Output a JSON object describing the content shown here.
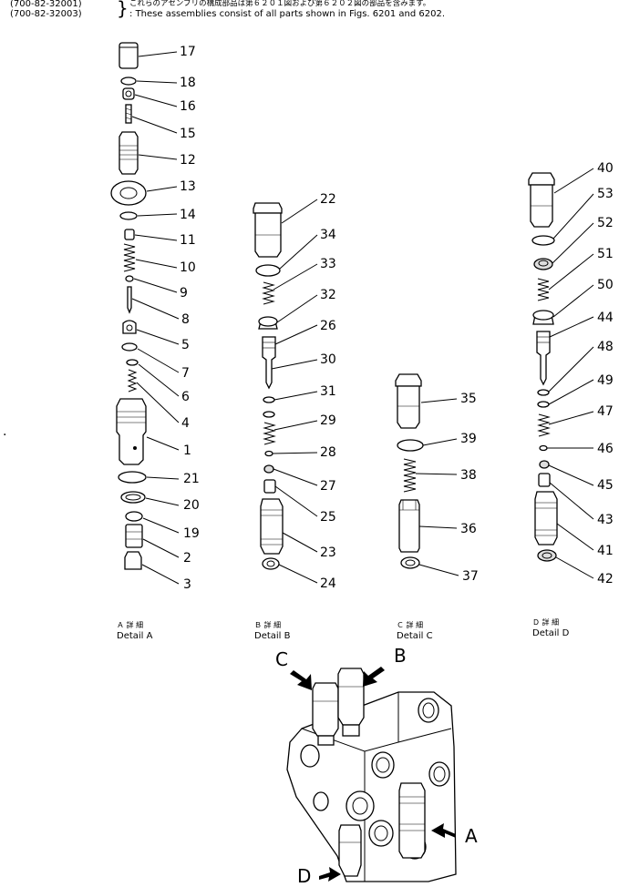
{
  "header": {
    "code1": "(700-82-32001)",
    "code2": "(700-82-32003)",
    "jp_note": "これらのアセンブリの構成部品は第６２０１図および第６２０２図の部品を含みます。",
    "en_note": "These assemblies consist of all parts shown in Figs. 6201 and 6202."
  },
  "details": [
    {
      "jp": "Ａ 詳 細",
      "en": "Detail A"
    },
    {
      "jp": "Ｂ 詳 細",
      "en": "Detail B"
    },
    {
      "jp": "Ｃ 詳 細",
      "en": "Detail C"
    },
    {
      "jp": "Ｄ 詳 細",
      "en": "Detail D"
    }
  ],
  "callouts": {
    "a": [
      "17",
      "18",
      "16",
      "15",
      "12",
      "13",
      "14",
      "11",
      "10",
      "9",
      "8",
      "5",
      "7",
      "6",
      "4",
      "1",
      "21",
      "20",
      "19",
      "2",
      "3"
    ],
    "b": [
      "22",
      "34",
      "33",
      "32",
      "26",
      "30",
      "31",
      "29",
      "28",
      "27",
      "25",
      "23",
      "24"
    ],
    "c": [
      "35",
      "39",
      "38",
      "36",
      "37"
    ],
    "d": [
      "40",
      "53",
      "52",
      "51",
      "50",
      "44",
      "48",
      "49",
      "47",
      "46",
      "45",
      "43",
      "41",
      "42"
    ]
  },
  "assembly_labels": {
    "a": "A",
    "b": "B",
    "c": "C",
    "d": "D"
  }
}
